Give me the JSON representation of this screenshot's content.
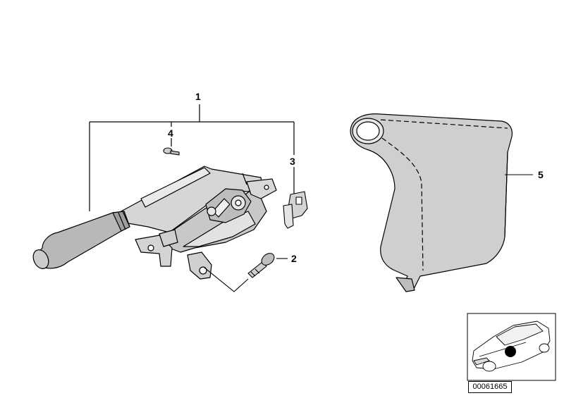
{
  "diagram": {
    "callouts": {
      "part_1": "1",
      "part_2": "2",
      "part_3": "3",
      "part_4": "4",
      "part_5": "5"
    },
    "reference_number": "00061665"
  },
  "colors": {
    "line": "#000000",
    "part_fill": "#d0d0d0",
    "grip_fill": "#b8b8b8",
    "boot_fill": "#cfcfcf",
    "background": "#ffffff"
  }
}
